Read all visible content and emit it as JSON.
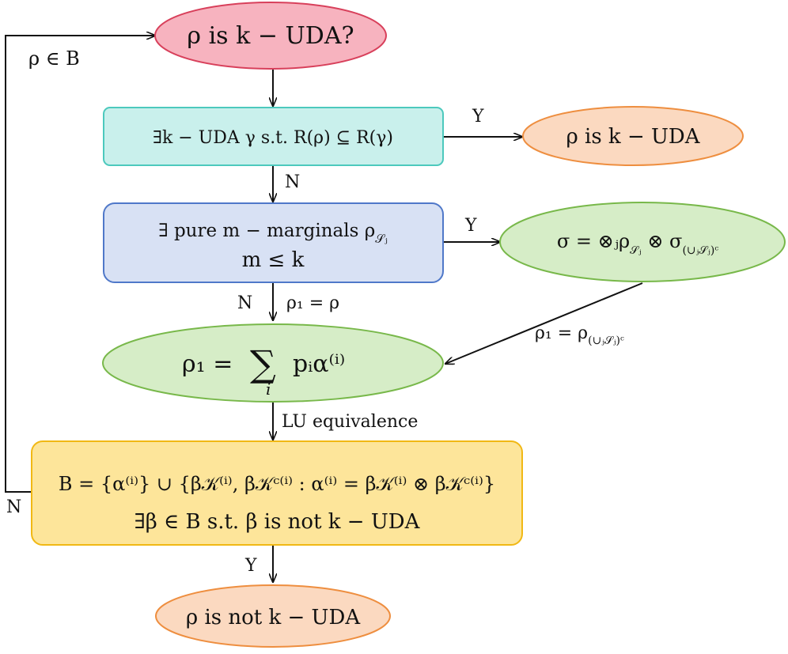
{
  "colors": {
    "start_fill": "#f7b3bf",
    "start_stroke": "#d8405b",
    "teal_fill": "#c9f0ec",
    "teal_stroke": "#4cc9bd",
    "blue_fill": "#d8e1f4",
    "blue_stroke": "#4f78c9",
    "green_fill": "#d6edc7",
    "green_stroke": "#78b84a",
    "orange_fill": "#fbd9c0",
    "orange_stroke": "#ee8e3f",
    "yellow_fill": "#fde59a",
    "yellow_stroke": "#f1b814"
  },
  "nodes": {
    "start": {
      "text": "ρ is k − UDA?"
    },
    "check_range": {
      "text": "∃k − UDA γ s.t. R(ρ) ⊆ R(γ)"
    },
    "result_uda": {
      "text": "ρ is k − UDA"
    },
    "pure_marginals": {
      "line1": "∃ pure m − marginals ρ",
      "line1_sub": "𝒮ⱼ",
      "line2": "m ≤ k"
    },
    "sigma": {
      "text": "σ = ⊗ⱼρ",
      "sub1": "𝒮ⱼ",
      "mid": " ⊗ σ",
      "sub2": "(∪ⱼ𝒮ⱼ)ᶜ"
    },
    "decomp": {
      "lhs": "ρ₁ = ",
      "sum": "∑",
      "sum_index": "i",
      "rhs": "pᵢα⁽ⁱ⁾"
    },
    "basis": {
      "line1": "B = {α⁽ⁱ⁾} ∪ {β",
      "line1_rest": "𝒦⁽ⁱ⁾, β𝒦ᶜ⁽ⁱ⁾ : α⁽ⁱ⁾ = β𝒦⁽ⁱ⁾ ⊗ β𝒦ᶜ⁽ⁱ⁾}",
      "line2": "∃β ∈ B s.t. β is not k − UDA"
    },
    "result_not_uda": {
      "text": "ρ is not k − UDA"
    }
  },
  "edges": {
    "loop_label": "ρ ∈ B",
    "range_yes": "Y",
    "range_no": "N",
    "marginals_yes": "Y",
    "marginals_no": "N",
    "rho1_eq_rho": "ρ₁ = ρ",
    "rho1_eq_complement": "ρ₁ = ρ",
    "rho1_eq_complement_sub": "(∪ⱼ𝒮ⱼ)ᶜ",
    "lu_equivalence": "LU equivalence",
    "basis_yes": "Y",
    "basis_no": "N"
  }
}
